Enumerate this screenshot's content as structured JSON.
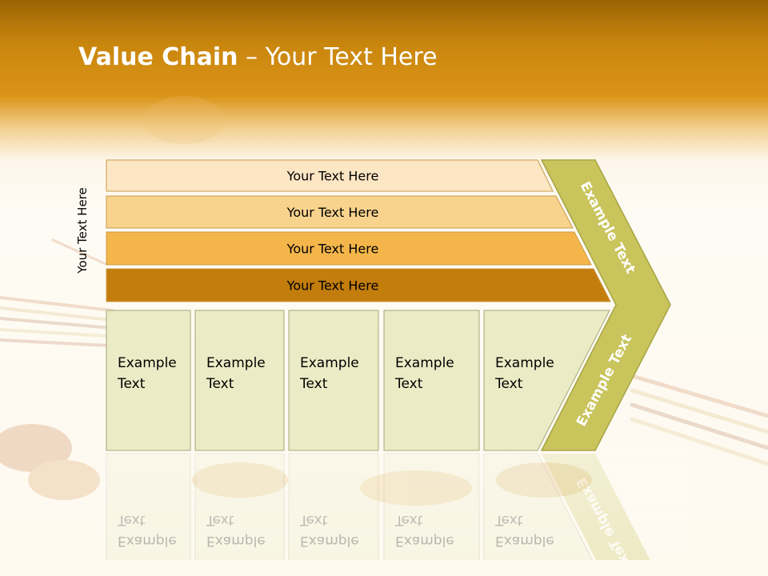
{
  "slide": {
    "title_bold": "Value Chain",
    "title_rest": " – Your Text Here",
    "vertical_label": "Your Text Here"
  },
  "support_bars": [
    {
      "label": "Your Text Here",
      "color": "#fde6c4"
    },
    {
      "label": "Your Text Here",
      "color": "#f8d38e"
    },
    {
      "label": "Your Text Here",
      "color": "#f4b64a"
    },
    {
      "label": "Your Text Here",
      "color": "#c27d0d"
    }
  ],
  "primary_boxes": [
    {
      "line1": "Example",
      "line2": "Text"
    },
    {
      "line1": "Example",
      "line2": "Text"
    },
    {
      "line1": "Example",
      "line2": "Text"
    },
    {
      "line1": "Example",
      "line2": "Text"
    },
    {
      "line1": "Example",
      "line2": "Text"
    }
  ],
  "chevron": {
    "upper_label": "Example Text",
    "lower_label": "Example Text",
    "color": "#c9c45c"
  },
  "colors": {
    "box_fill": "#ebebc6",
    "box_stroke": "#a6a678",
    "chevron_stroke": "#a7a544"
  }
}
